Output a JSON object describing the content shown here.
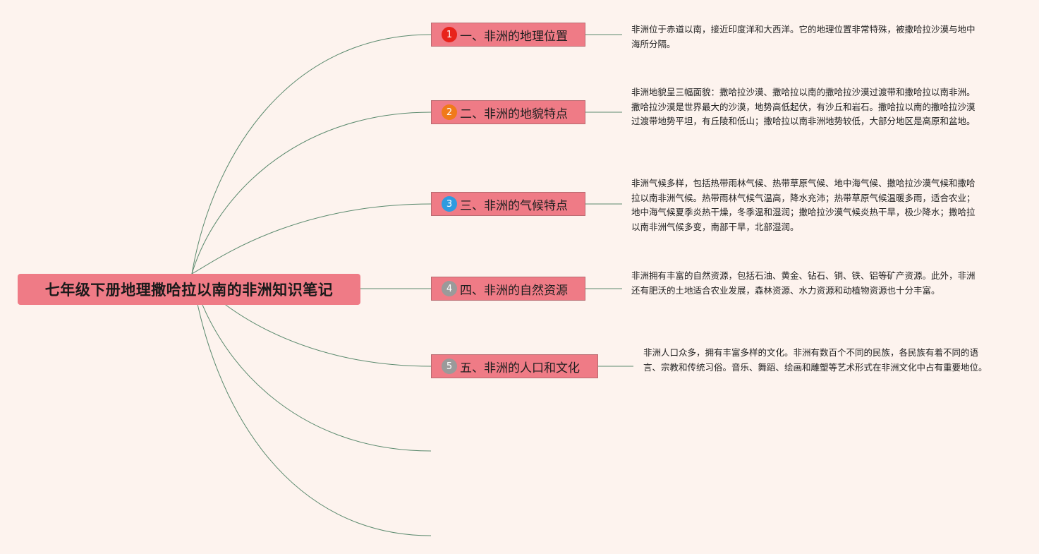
{
  "root": {
    "title": "七年级下册地理撒哈拉以南的非洲知识笔记"
  },
  "colors": {
    "background": "#fdf3ee",
    "node_fill": "#ef7b86",
    "connector": "#5b8a6e"
  },
  "branches": [
    {
      "number": "1",
      "badge_color": "#e8231b",
      "label": "一、非洲的地理位置",
      "note": "非洲位于赤道以南，接近印度洋和大西洋。它的地理位置非常特殊，被撒哈拉沙漠与地中海所分隔。"
    },
    {
      "number": "2",
      "badge_color": "#f07a1a",
      "label": "二、非洲的地貌特点",
      "note": "非洲地貌呈三幅面貌：撒哈拉沙漠、撒哈拉以南的撒哈拉沙漠过渡带和撒哈拉以南非洲。撒哈拉沙漠是世界最大的沙漠，地势高低起伏，有沙丘和岩石。撒哈拉以南的撒哈拉沙漠过渡带地势平坦，有丘陵和低山；撒哈拉以南非洲地势较低，大部分地区是高原和盆地。"
    },
    {
      "number": "3",
      "badge_color": "#2e9be0",
      "label": "三、非洲的气候特点",
      "note": "非洲气候多样，包括热带雨林气候、热带草原气候、地中海气候、撒哈拉沙漠气候和撒哈拉以南非洲气候。热带雨林气候气温高，降水充沛；热带草原气候温暖多雨，适合农业；地中海气候夏季炎热干燥，冬季温和湿润；撒哈拉沙漠气候炎热干旱，极少降水；撒哈拉以南非洲气候多变，南部干旱，北部湿润。"
    },
    {
      "number": "4",
      "badge_color": "#9a9a9a",
      "label": "四、非洲的自然资源",
      "note": "非洲拥有丰富的自然资源，包括石油、黄金、钻石、铜、铁、铝等矿产资源。此外，非洲还有肥沃的土地适合农业发展，森林资源、水力资源和动植物资源也十分丰富。"
    },
    {
      "number": "5",
      "badge_color": "#9a9a9a",
      "label": "五、非洲的人口和文化",
      "note": "非洲人口众多，拥有丰富多样的文化。非洲有数百个不同的民族，各民族有着不同的语言、宗教和传统习俗。音乐、舞蹈、绘画和雕塑等艺术形式在非洲文化中占有重要地位。"
    }
  ]
}
